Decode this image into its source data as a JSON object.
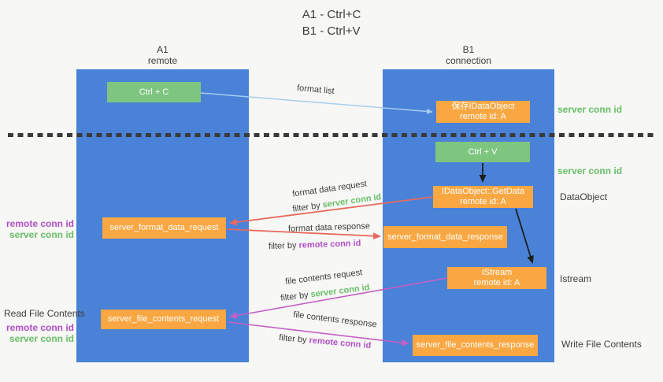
{
  "title": {
    "line1": "A1 - Ctrl+C",
    "line2": "B1 - Ctrl+V"
  },
  "columns": {
    "left": {
      "name": "A1",
      "role": "remote"
    },
    "right": {
      "name": "B1",
      "role": "connection"
    }
  },
  "boxes": {
    "ctrl_c": {
      "label": "Ctrl + C"
    },
    "save_dataobject": {
      "line1": "保存IDataObject",
      "line2": "remote id: A"
    },
    "ctrl_v": {
      "label": "Ctrl + V"
    },
    "getdata": {
      "line1": "IDataObject::GetData",
      "line2": "remote id: A"
    },
    "format_request": {
      "label": "server_format_data_request"
    },
    "format_response": {
      "label": "server_format_data_response"
    },
    "istream": {
      "line1": "IStream",
      "line2": "remote id: A"
    },
    "file_request": {
      "label": "server_file_contents_request"
    },
    "file_response": {
      "label": "server_file_contents_response"
    }
  },
  "flow_labels": {
    "format_list": "format list",
    "format_data_request": "format data request",
    "format_data_response": "format data response",
    "file_contents_request": "file contents request",
    "file_contents_response": "file contents response",
    "filter_by": "filter by",
    "server_conn_id": "server conn id",
    "remote_conn_id": "remote conn id"
  },
  "side_labels": {
    "server_conn_id_top": "server conn id",
    "server_conn_id_mid": "server conn id",
    "dataobject": "DataObject",
    "istream": "Istream",
    "write_file_contents": "Write File Contents",
    "read_file_contents": "Read File Contents",
    "remote_conn_id_format": "remote conn id",
    "server_conn_id_format": "server conn id",
    "remote_conn_id_file": "remote conn id",
    "server_conn_id_file": "server conn id"
  },
  "colors": {
    "column_blue": "#4A82D8",
    "box_green": "#7EC57F",
    "box_orange": "#F9A742",
    "label_green": "#67BE67",
    "label_purple": "#B14EC8",
    "arrow_red": "#E8695E",
    "arrow_magenta": "#C45FC5",
    "arrow_blue": "#A6CDEF",
    "arrow_black": "#1E1E1E",
    "text_dark": "#3C3C3C",
    "background": "#F7F7F5"
  }
}
